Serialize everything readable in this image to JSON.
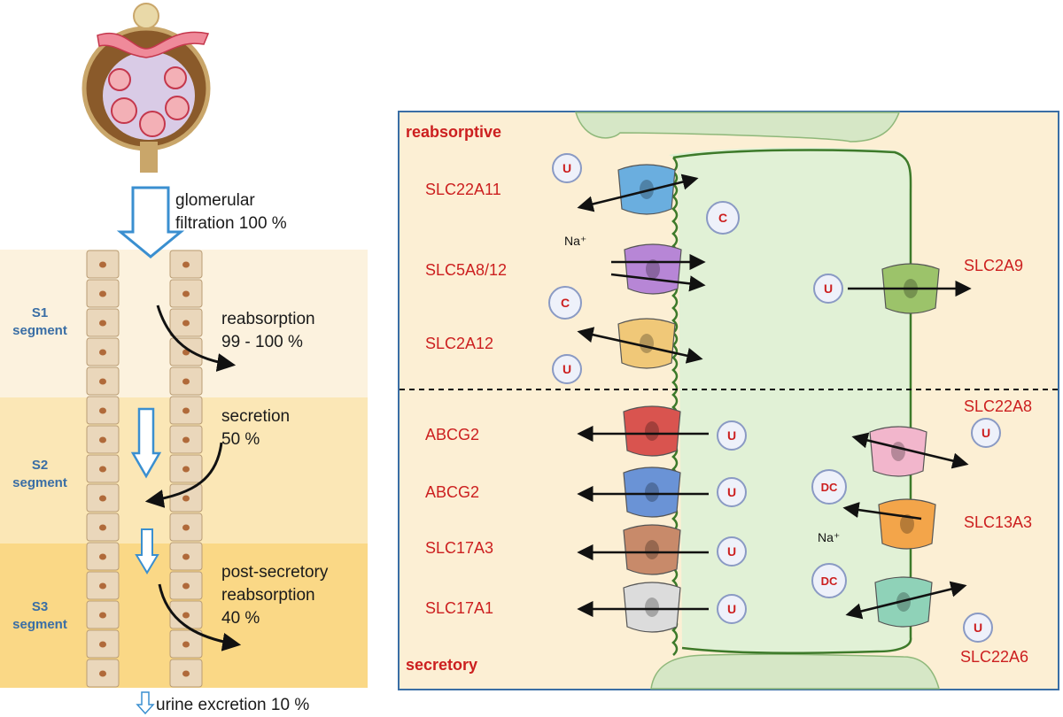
{
  "left": {
    "glomerular": [
      "glomerular",
      "filtration 100 %"
    ],
    "reabsorption": [
      "reabsorption",
      "99 - 100 %"
    ],
    "secretion": [
      "secretion",
      "50 %"
    ],
    "post": [
      "post-secretory",
      "reabsorption",
      "40 %"
    ],
    "urine": "urine excretion 10 %",
    "segments": [
      {
        "l1": "S1",
        "l2": "segment"
      },
      {
        "l1": "S2",
        "l2": "segment"
      },
      {
        "l1": "S3",
        "l2": "segment"
      }
    ]
  },
  "cell": {
    "reabsorptive": "reabsorptive",
    "secretory": "secretory",
    "transporters": {
      "slc22a11": "SLC22A11",
      "slc5a8": "SLC5A8/12",
      "slc2a12": "SLC2A12",
      "abcg2a": "ABCG2",
      "abcg2b": "ABCG2",
      "slc17a3": "SLC17A3",
      "slc17a1": "SLC17A1",
      "slc2a9": "SLC2A9",
      "slc22a8": "SLC22A8",
      "slc13a3": "SLC13A3",
      "slc22a6": "SLC22A6"
    },
    "symbols": {
      "u": "U",
      "c": "C",
      "dc": "DC",
      "na": "Na⁺"
    }
  },
  "colors": {
    "s1": "#fcf2de",
    "s2": "#fbe7b6",
    "s3": "#fad886",
    "cell": "#e1f1d6",
    "membrane": "#3d7a2a",
    "border": "#3a6ea5",
    "red": "#cc1f1f",
    "abcg2a": "#d9544f",
    "abcg2b": "#6a93d6",
    "slc17a3": "#c88a6a",
    "slc17a1": "#dcdcdc",
    "slc22a11": "#6aaedf",
    "slc5a8": "#b786d6",
    "slc2a12": "#f0c878",
    "slc2a9": "#9cc36a",
    "slc22a8": "#f2b6cc",
    "slc13a3": "#f3a54a",
    "slc22a6": "#8fd2b8"
  }
}
